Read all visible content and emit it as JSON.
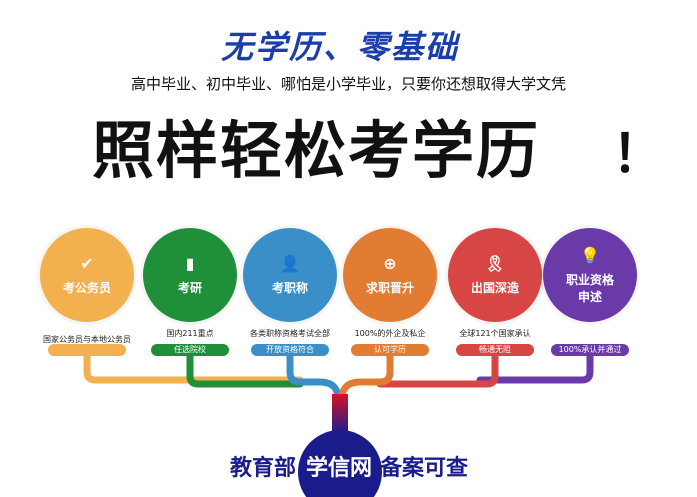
{
  "header": {
    "slogan": "无学历、零基础",
    "subtitle": "高中毕业、初中毕业、哪怕是小学毕业，只要你还想取得大学文凭",
    "headline": "照样轻松考学历",
    "exclaim": "！"
  },
  "items": [
    {
      "title": "考公务员",
      "title2": "",
      "icon": "check-badge-icon",
      "desc": "国家公务员与本地公务员",
      "pill": "",
      "color": "#f2b14e"
    },
    {
      "title": "考研",
      "title2": "",
      "icon": "bookmark-icon",
      "desc": "国内211重点",
      "pill": "任选院校",
      "color": "#1f8f3a"
    },
    {
      "title": "考职称",
      "title2": "",
      "icon": "person-icon",
      "desc": "各类职称资格考试全部",
      "pill": "开放资格符合",
      "color": "#3a8fc8"
    },
    {
      "title": "求职晋升",
      "title2": "",
      "icon": "plus-icon",
      "desc": "100%的外企及私企",
      "pill": "认可学历",
      "color": "#e27c32"
    },
    {
      "title": "出国深造",
      "title2": "",
      "icon": "award-ribbon-icon",
      "desc": "全球121个国家承认",
      "pill": "畅通无阻",
      "color": "#d84545"
    },
    {
      "title": "职业资格",
      "title2": "申述",
      "icon": "lightbulb-icon",
      "desc": "",
      "pill": "100%承认并通过",
      "color": "#6a3aa8"
    }
  ],
  "footer": {
    "left": "教育部",
    "center": "学信网",
    "right": "备案可查",
    "ball_color": "#1b1c8c"
  }
}
